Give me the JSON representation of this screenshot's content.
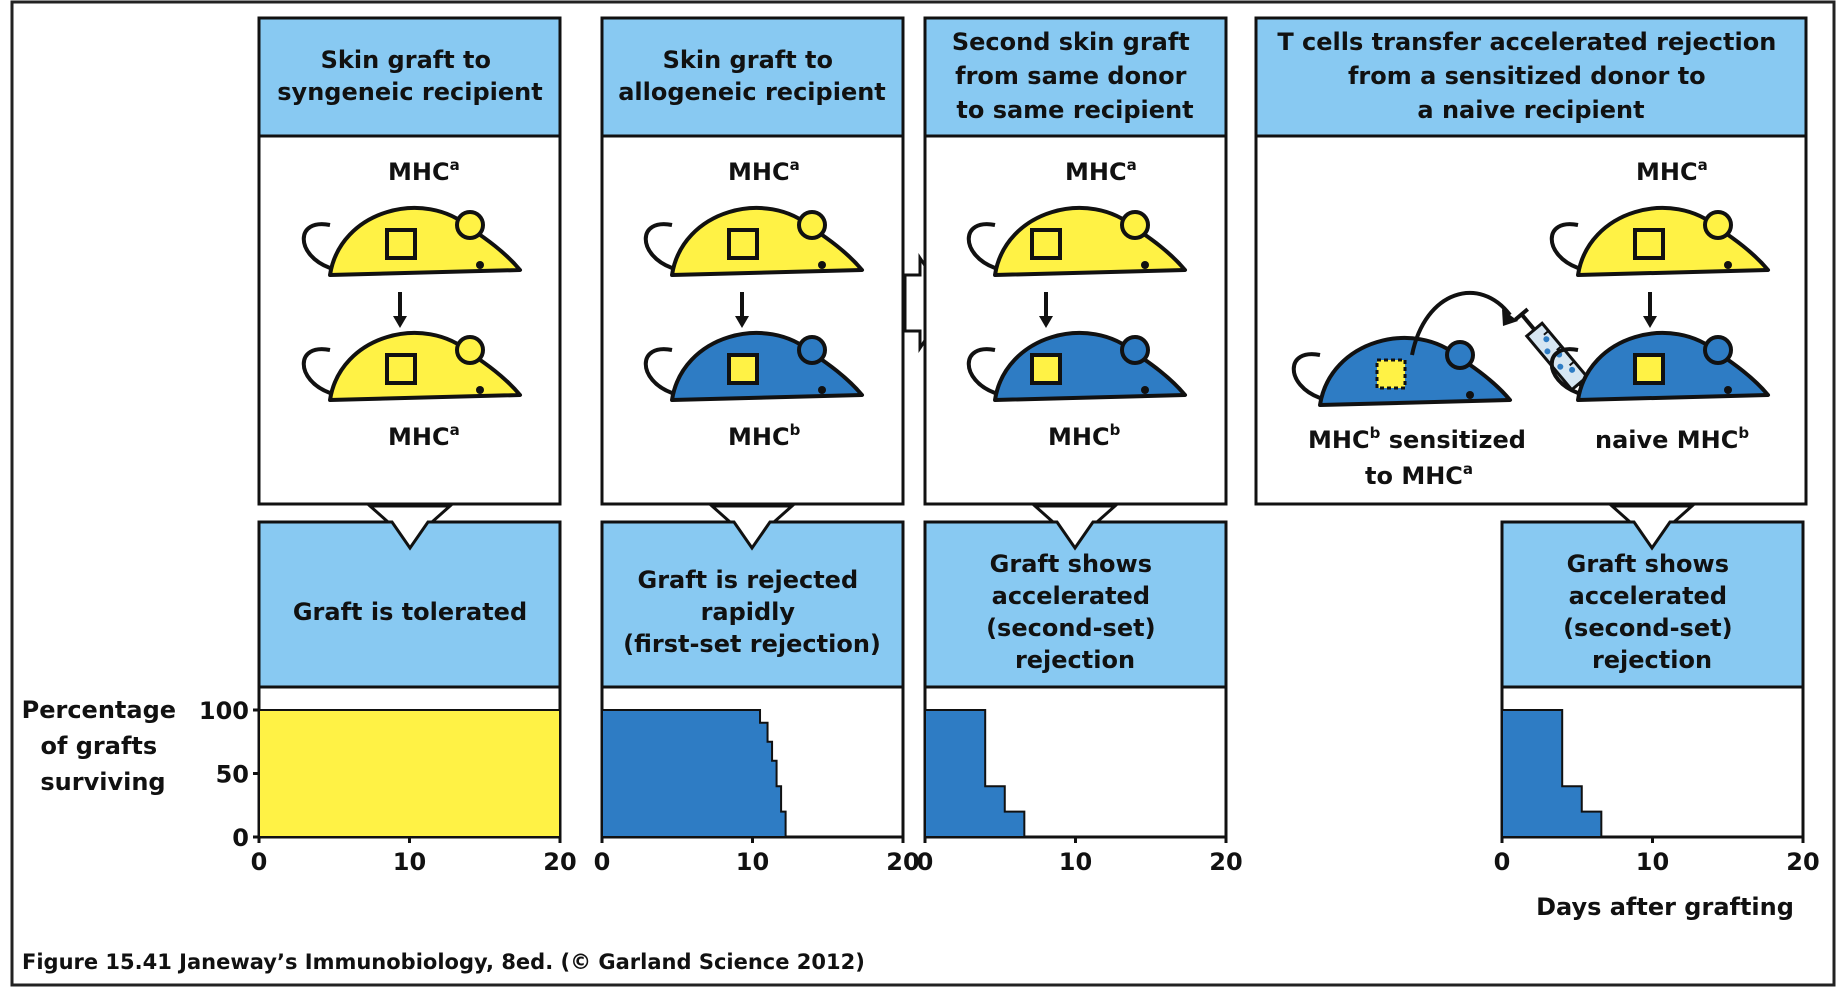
{
  "colors": {
    "header_blue": "#88c9f2",
    "syngeneic_yellow": "#fff245",
    "allogeneic_blue": "#2e7cc4",
    "outline": "#111111"
  },
  "panels": [
    {
      "title_lines": [
        "Skin graft to",
        "syngeneic recipient"
      ],
      "donor_label": "MHC",
      "donor_sup": "a",
      "recipient_label": "MHC",
      "recipient_sup": "a",
      "outcome_lines": [
        "Graft is tolerated"
      ]
    },
    {
      "title_lines": [
        "Skin graft to",
        "allogeneic recipient"
      ],
      "donor_label": "MHC",
      "donor_sup": "a",
      "recipient_label": "MHC",
      "recipient_sup": "b",
      "outcome_lines": [
        "Graft is rejected",
        "rapidly",
        "(first-set rejection)"
      ]
    },
    {
      "title_lines": [
        "Second skin graft",
        "from same donor",
        "to  same  recipient"
      ],
      "donor_label": "MHC",
      "donor_sup": "a",
      "recipient_label": "MHC",
      "recipient_sup": "b",
      "outcome_lines": [
        "Graft shows",
        "accelerated",
        "(second-set)",
        "rejection"
      ]
    },
    {
      "title_lines": [
        "T cells transfer accelerated rejection",
        "from a sensitized donor to",
        "a naive recipient"
      ],
      "donor_label": "MHC",
      "donor_sup": "a",
      "sensitized_label": "MHC",
      "sensitized_sup": "b",
      "sensitized_rest": " sensitized",
      "sensitized_line2": "to MHC",
      "sensitized_line2_sup": "a",
      "naive_label": "naive MHC",
      "naive_sup": "b",
      "outcome_lines": [
        "Graft shows",
        "accelerated",
        "(second-set)",
        "rejection"
      ]
    }
  ],
  "axis": {
    "ylabel_lines": [
      "Percentage",
      "of grafts",
      "surviving"
    ],
    "xlabel": "Days after grafting"
  },
  "chart_data": [
    {
      "type": "area",
      "x": [
        0,
        20
      ],
      "y": [
        100,
        100
      ],
      "xticks": [
        0,
        10,
        20
      ],
      "yticks": [
        0,
        50,
        100
      ],
      "xlim": [
        0,
        20
      ],
      "ylim": [
        0,
        100
      ],
      "ylabel": "Percentage of grafts surviving",
      "xlabel": ""
    },
    {
      "type": "area",
      "x": [
        0,
        10.5,
        10.5,
        11.0,
        11.0,
        11.3,
        11.3,
        11.6,
        11.6,
        11.9,
        11.9,
        12.2,
        12.2
      ],
      "y": [
        100,
        100,
        90,
        90,
        75,
        75,
        60,
        60,
        40,
        40,
        20,
        20,
        0
      ],
      "xticks": [
        0,
        10,
        20
      ],
      "xlim": [
        0,
        20
      ],
      "ylim": [
        0,
        100
      ],
      "xlabel": ""
    },
    {
      "type": "area",
      "x": [
        0,
        4,
        4,
        5.3,
        5.3,
        6.6,
        6.6
      ],
      "y": [
        100,
        100,
        40,
        40,
        20,
        20,
        0
      ],
      "xticks": [
        0,
        10,
        20
      ],
      "xlim": [
        0,
        20
      ],
      "ylim": [
        0,
        100
      ],
      "xlabel": ""
    },
    {
      "type": "area",
      "x": [
        0,
        4,
        4,
        5.3,
        5.3,
        6.6,
        6.6
      ],
      "y": [
        100,
        100,
        40,
        40,
        20,
        20,
        0
      ],
      "xticks": [
        0,
        10,
        20
      ],
      "xlim": [
        0,
        20
      ],
      "ylim": [
        0,
        100
      ],
      "xlabel": "Days after grafting"
    }
  ],
  "caption": "Figure 15.41  Janeway’s Immunobiology, 8ed. (© Garland Science 2012)"
}
